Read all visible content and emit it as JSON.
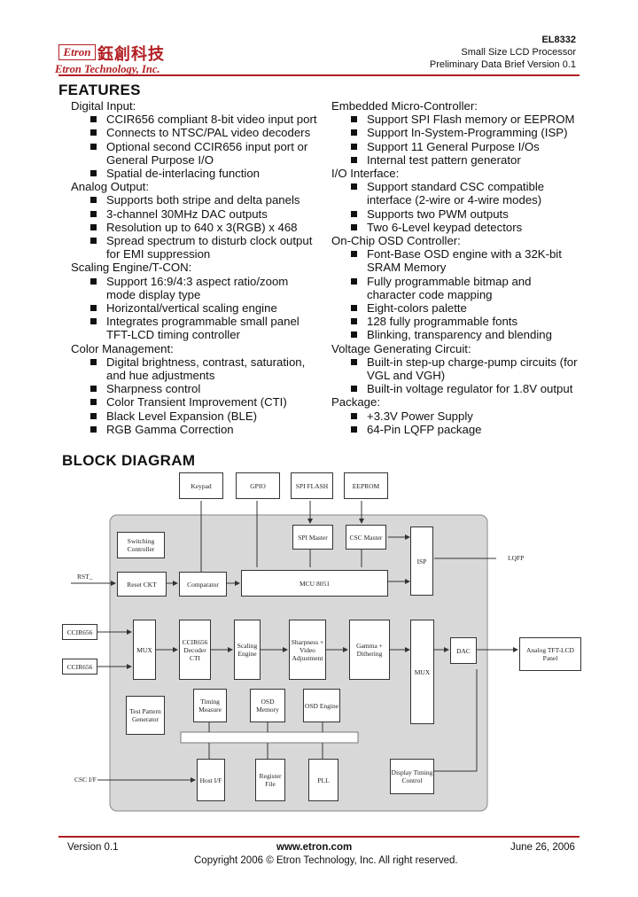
{
  "header": {
    "logo_text": "Etron",
    "logo_chinese": "鈺創科技",
    "company": "Etron Technology, Inc.",
    "part_number": "EL8332",
    "subtitle": "Small Size LCD Processor",
    "doc_type": "Preliminary Data Brief Version 0.1"
  },
  "features_title": "FEATURES",
  "features_left": [
    {
      "type": "h",
      "text": "Digital Input:"
    },
    {
      "type": "b",
      "text": "CCIR656 compliant 8-bit video input port"
    },
    {
      "type": "b",
      "text": "Connects to NTSC/PAL video decoders"
    },
    {
      "type": "b",
      "text": "Optional second CCIR656 input port or"
    },
    {
      "type": "c",
      "text": "General Purpose I/O"
    },
    {
      "type": "b",
      "text": "Spatial de-interlacing function"
    },
    {
      "type": "h",
      "text": "Analog Output:"
    },
    {
      "type": "b",
      "text": "Supports both stripe and delta panels"
    },
    {
      "type": "b",
      "text": "3-channel 30MHz DAC outputs"
    },
    {
      "type": "b",
      "text": "Resolution up to 640 x 3(RGB) x 468"
    },
    {
      "type": "b",
      "text": "Spread spectrum to disturb clock output"
    },
    {
      "type": "c",
      "text": "for EMI suppression"
    },
    {
      "type": "h",
      "text": "Scaling Engine/T-CON:"
    },
    {
      "type": "b",
      "text": "Support 16:9/4:3 aspect ratio/zoom"
    },
    {
      "type": "c",
      "text": "mode display type"
    },
    {
      "type": "b",
      "text": "Horizontal/vertical scaling engine"
    },
    {
      "type": "b",
      "text": "Integrates programmable small panel"
    },
    {
      "type": "c",
      "text": "TFT-LCD timing controller"
    },
    {
      "type": "h",
      "text": "Color Management:"
    },
    {
      "type": "b",
      "text": "Digital brightness, contrast, saturation,"
    },
    {
      "type": "c",
      "text": "and hue adjustments"
    },
    {
      "type": "b",
      "text": "Sharpness control"
    },
    {
      "type": "b",
      "text": "Color Transient Improvement (CTI)"
    },
    {
      "type": "b",
      "text": "Black Level Expansion (BLE)"
    },
    {
      "type": "b",
      "text": "RGB Gamma Correction"
    }
  ],
  "features_right": [
    {
      "type": "h",
      "text": "Embedded Micro-Controller:"
    },
    {
      "type": "b",
      "text": "Support SPI Flash memory or EEPROM"
    },
    {
      "type": "b",
      "text": "Support In-System-Programming (ISP)"
    },
    {
      "type": "b",
      "text": "Support 11 General Purpose I/Os"
    },
    {
      "type": "b",
      "text": "Internal test pattern generator"
    },
    {
      "type": "h",
      "text": "I/O Interface:"
    },
    {
      "type": "b",
      "text": "Support standard CSC compatible"
    },
    {
      "type": "c",
      "text": "interface (2-wire or 4-wire modes)"
    },
    {
      "type": "b",
      "text": "Supports two PWM outputs"
    },
    {
      "type": "b",
      "text": "Two 6-Level keypad detectors"
    },
    {
      "type": "h",
      "text": "On-Chip OSD Controller:"
    },
    {
      "type": "b",
      "text": "Font-Base OSD engine with a 32K-bit"
    },
    {
      "type": "c",
      "text": "SRAM Memory"
    },
    {
      "type": "b",
      "text": "Fully programmable bitmap and"
    },
    {
      "type": "c",
      "text": "character code mapping"
    },
    {
      "type": "b",
      "text": "Eight-colors palette"
    },
    {
      "type": "b",
      "text": "128 fully programmable fonts"
    },
    {
      "type": "b",
      "text": "Blinking, transparency and blending"
    },
    {
      "type": "h",
      "text": "Voltage Generating Circuit:"
    },
    {
      "type": "b",
      "text": "Built-in step-up charge-pump circuits (for"
    },
    {
      "type": "c",
      "text": "VGL and VGH)"
    },
    {
      "type": "b",
      "text": "Built-in voltage regulator for 1.8V output"
    },
    {
      "type": "h",
      "text": "Package:"
    },
    {
      "type": "b",
      "text": "+3.3V Power Supply"
    },
    {
      "type": "b",
      "text": "64-Pin LQFP package"
    }
  ],
  "block_diagram_title": "BLOCK DIAGRAM",
  "diagram": {
    "keypad": "Keypad",
    "gpio": "GPIO",
    "spi_flash": "SPI FLASH",
    "eeprom": "EEPROM",
    "spi_master": "SPI Master",
    "csc_master": "CSC Master",
    "switching_controller": "Switching Controller",
    "isp": "ISP",
    "rst": "RST_",
    "reset_ckt": "Reset CKT",
    "comparator": "Comparator",
    "mcu": "MCU 8051",
    "ccir656_1": "CCIR656",
    "ccir656_2": "CCIR656",
    "mux1": "MUX",
    "ccir_decoder": "CCIR656 Decoder CTI",
    "scaling_engine": "Scaling Engine",
    "sharpness": "Sharpness + Video Adjustment",
    "gamma": "Gamma + Dithering",
    "mux2": "MUX",
    "dac": "DAC",
    "panel": "Analog TFT-LCD Panel",
    "test_pattern": "Test Pattern Generator",
    "timing_measure": "Timing Measure",
    "osd_memory": "OSD Memory",
    "osd_engine": "OSD Engine",
    "host_if": "Host I/F",
    "register_file": "Register File",
    "pll": "PLL",
    "display_timing": "Display Timing Control",
    "csc_if": "CSC I/F",
    "lqfp": "LQFP"
  },
  "footer": {
    "version": "Version 0.1",
    "website": "www.etron.com",
    "date": "June 26, 2006",
    "copyright": "Copyright 2006 © Etron Technology, Inc. All right reserved."
  }
}
